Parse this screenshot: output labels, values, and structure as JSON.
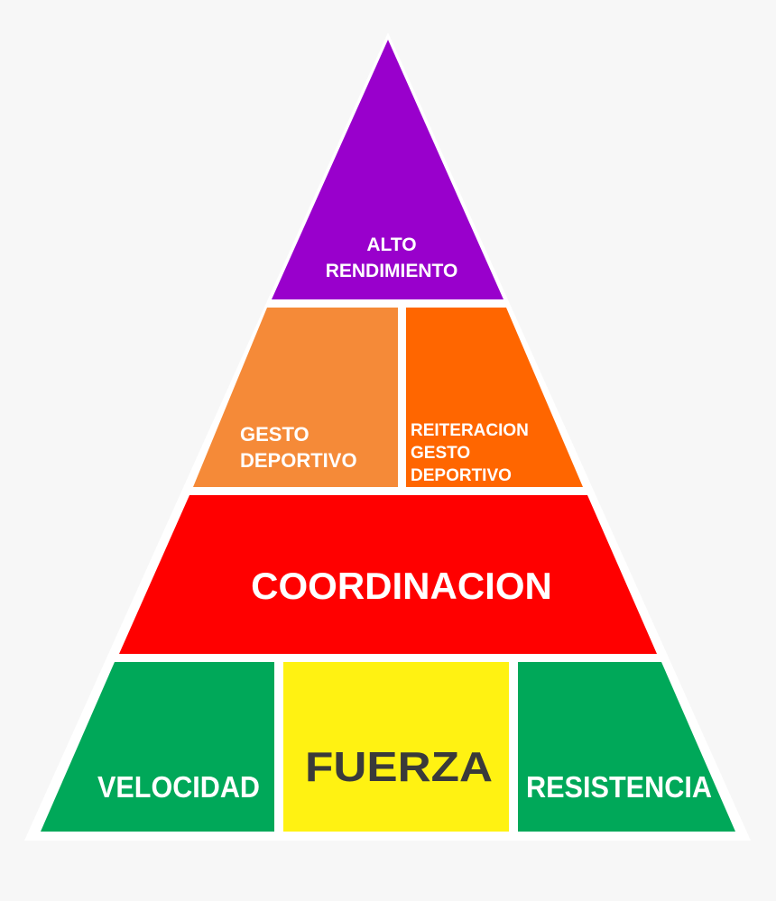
{
  "pyramid": {
    "top": {
      "line1": "ALTO",
      "line2": "RENDIMIENTO",
      "color": "#9900cc"
    },
    "second": {
      "left": {
        "line1": "GESTO",
        "line2": "DEPORTIVO",
        "color": "#f58a38"
      },
      "right": {
        "line1": "REITERACION",
        "line2": "GESTO",
        "line3": "DEPORTIVO",
        "color": "#ff6600"
      }
    },
    "third": {
      "label": "COORDINACION",
      "color": "#ff0000"
    },
    "base": {
      "left": {
        "label": "VELOCIDAD",
        "color": "#00a859"
      },
      "center": {
        "label": "FUERZA",
        "color": "#fff212",
        "text_color": "#3a3a3a"
      },
      "right": {
        "label": "RESISTENCIA",
        "color": "#00a859"
      }
    }
  }
}
